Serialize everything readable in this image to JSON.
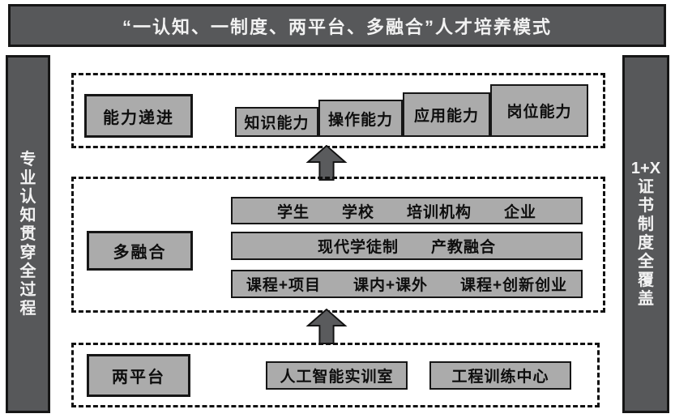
{
  "banner": {
    "title": "“一认知、一制度、两平台、多融合”人才培养模式"
  },
  "left_bar": {
    "label": "专业认知贯穿全过程",
    "lines": "专\n业\n认\n知\n贯\n穿\n全\n过\n程"
  },
  "right_bar": {
    "label": "1+X证书制度全覆盖",
    "lines": "1+X\n证\n书\n制\n度\n全\n覆\n盖"
  },
  "levels": {
    "ability": {
      "label": "能力递进",
      "stairs": [
        "知识能力",
        "操作能力",
        "应用能力",
        "岗位能力"
      ]
    },
    "fusion": {
      "label": "多融合",
      "rows": [
        "学生　　学校　　培训机构　　企业",
        "现代学徒制　　产教融合",
        "课程+项目　　课内+课外　　课程+创新创业"
      ]
    },
    "platform": {
      "label": "两平台",
      "items": [
        "人工智能实训室",
        "工程训练中心"
      ]
    }
  },
  "icons": {
    "arrow_up": "block-up-arrow"
  },
  "colors": {
    "dark": "#57585a",
    "light_box": "#ababab",
    "border_dark": "#161616",
    "background": "#ffffff"
  }
}
